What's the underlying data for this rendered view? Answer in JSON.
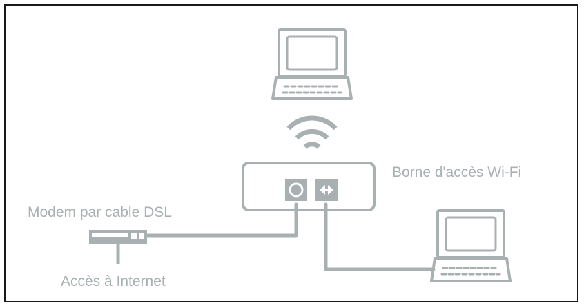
{
  "diagram": {
    "labels": {
      "base_station": "Borne d'accès Wi-Fi",
      "modem": "Modem par cable DSL",
      "internet": "Accès à Internet"
    },
    "colors": {
      "line": "#a9b0b1",
      "fill": "#ffffff",
      "text": "#a9b0b1",
      "frame": "#1a1a1a"
    },
    "icons": [
      "laptop-icon",
      "wifi-signal-icon",
      "base-station-icon",
      "wan-port-icon",
      "lan-port-icon",
      "modem-icon"
    ]
  }
}
